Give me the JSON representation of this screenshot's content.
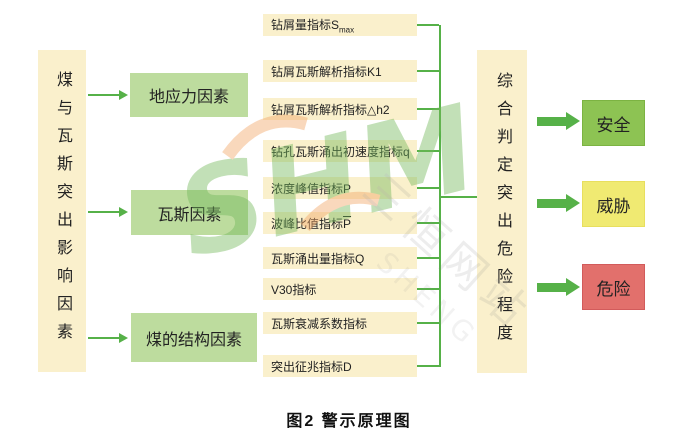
{
  "caption": "图2 警示原理图",
  "left_box": {
    "label": "煤与瓦斯突出影响因素"
  },
  "categories": [
    {
      "label": "地应力因素"
    },
    {
      "label": "瓦斯因素"
    },
    {
      "label": "煤的结构因素"
    }
  ],
  "indicators": [
    {
      "pre": "钻屑量指标S",
      "sub": "max"
    },
    {
      "pre": "钻屑瓦斯解析指标K1"
    },
    {
      "pre": "钻屑瓦斯解析指标△h2"
    },
    {
      "pre": "钻孔瓦斯涌出初速度指标q"
    },
    {
      "pre": "浓度峰值指标P"
    },
    {
      "pre": "波峰比值指标",
      "over": "P"
    },
    {
      "pre": "瓦斯涌出量指标Q"
    },
    {
      "pre": "V30指标"
    },
    {
      "pre": "瓦斯衰减系数指标"
    },
    {
      "pre": "突出征兆指标D"
    }
  ],
  "right_box": {
    "label": "综合判定突出危险程度"
  },
  "results": [
    {
      "label": "安全",
      "color": "#8dc353",
      "border": "#7cb342"
    },
    {
      "label": "威胁",
      "color": "#f0ea72",
      "border": "#e8df5e"
    },
    {
      "label": "危险",
      "color": "#e2706c",
      "border": "#d25b5b"
    }
  ],
  "colors": {
    "box_fill": "#faf0cc",
    "category_fill": "#bddc9e",
    "line_green": "#56b148"
  },
  "watermark": {
    "logo": "SHM",
    "text": "三恒网站",
    "text2": "SHENG"
  }
}
